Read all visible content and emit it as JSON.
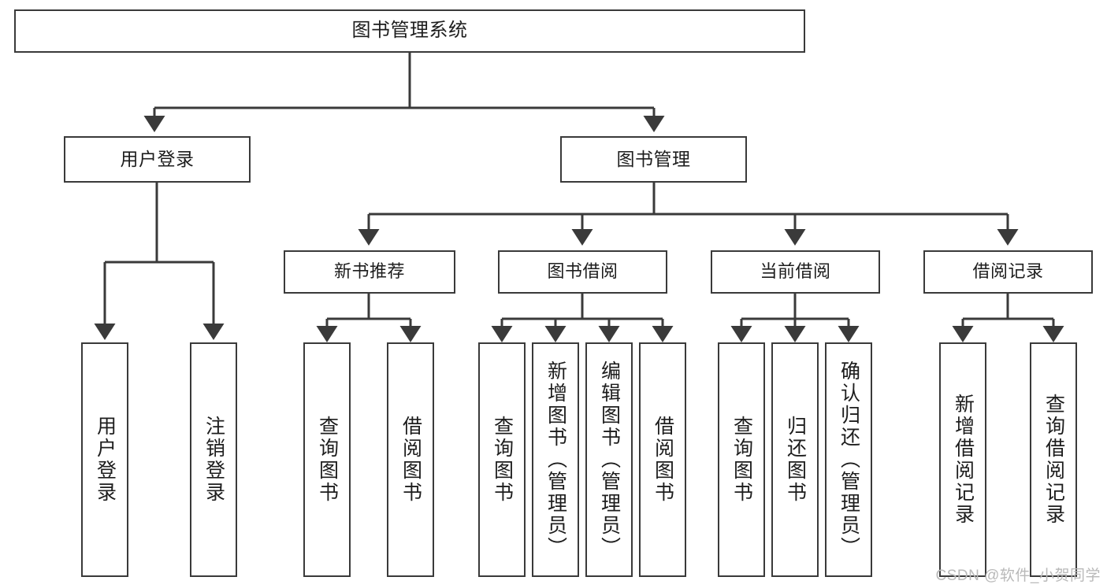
{
  "diagram": {
    "title": "图书管理系统",
    "type": "hierarchy-tree",
    "line_color": "#3a3a3a",
    "box_fill": "#ffffff",
    "text_color": "#1d1d1d",
    "watermark": "CSDN @软件_小贺同学",
    "nodes": {
      "root": {
        "label": "图书管理系统"
      },
      "level1": [
        {
          "label": "用户登录"
        },
        {
          "label": "图书管理"
        }
      ],
      "level2": [
        {
          "label": "新书推荐"
        },
        {
          "label": "图书借阅"
        },
        {
          "label": "当前借阅"
        },
        {
          "label": "借阅记录"
        }
      ],
      "leaves": {
        "user_login": [
          {
            "label": "用户登录"
          },
          {
            "label": "注销登录"
          }
        ],
        "new_book_recommend": [
          {
            "label": "查询图书"
          },
          {
            "label": "借阅图书"
          }
        ],
        "book_borrow": [
          {
            "label": "查询图书"
          },
          {
            "label": "新增图书（管理员）"
          },
          {
            "label": "编辑图书（管理员）"
          },
          {
            "label": "借阅图书"
          }
        ],
        "current_borrow": [
          {
            "label": "查询图书"
          },
          {
            "label": "归还图书"
          },
          {
            "label": "确认归还（管理员）"
          }
        ],
        "borrow_record": [
          {
            "label": "新增借阅记录"
          },
          {
            "label": "查询借阅记录"
          }
        ]
      }
    }
  }
}
